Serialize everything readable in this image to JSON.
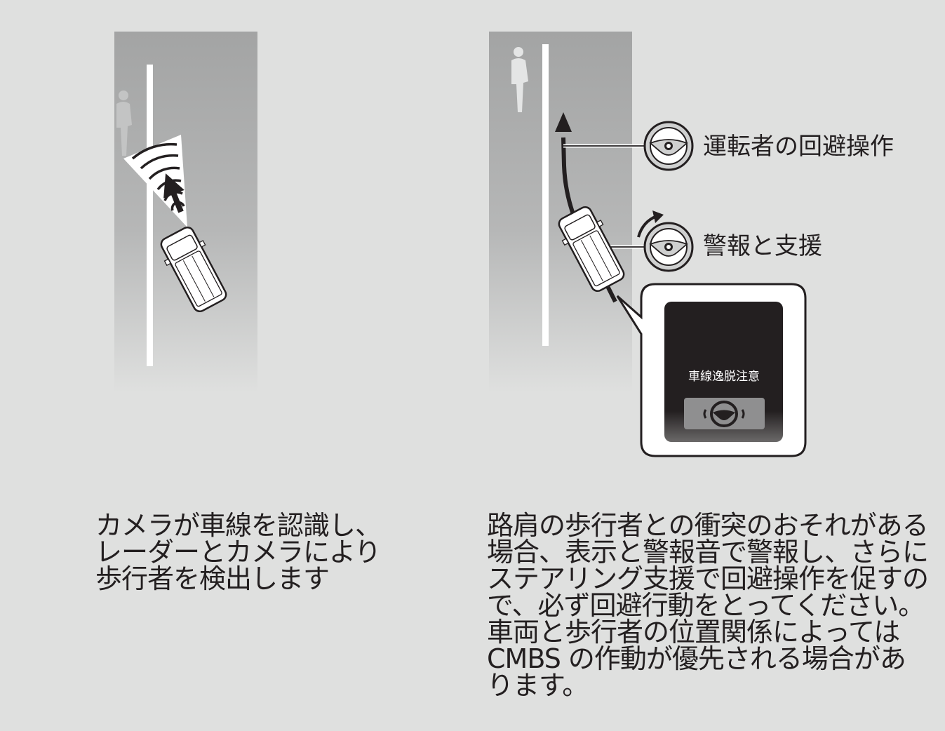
{
  "labels": {
    "driver_avoidance": "運転者の回避操作",
    "warning_support": "警報と支援"
  },
  "display": {
    "message": "車線逸脱注意",
    "icon": "steering-wheel-icon"
  },
  "captions": {
    "left": [
      "カメラが車線を認識し、",
      "レーダーとカメラにより",
      "歩行者を検出します"
    ],
    "right": [
      "路肩の歩行者との衝突のおそれがある",
      "場合、表示と警報音で警報し、さらに",
      "ステアリング支援で回避操作を促すの",
      "で、必ず回避行動をとってください。",
      "車両と歩行者の位置関係によっては",
      "CMBS の作動が優先される場合があ",
      "ります。"
    ]
  },
  "colors": {
    "background": "#dfe0df",
    "road": "#a5a6a6",
    "display_panel": "#231f20",
    "text": "#231f20"
  }
}
